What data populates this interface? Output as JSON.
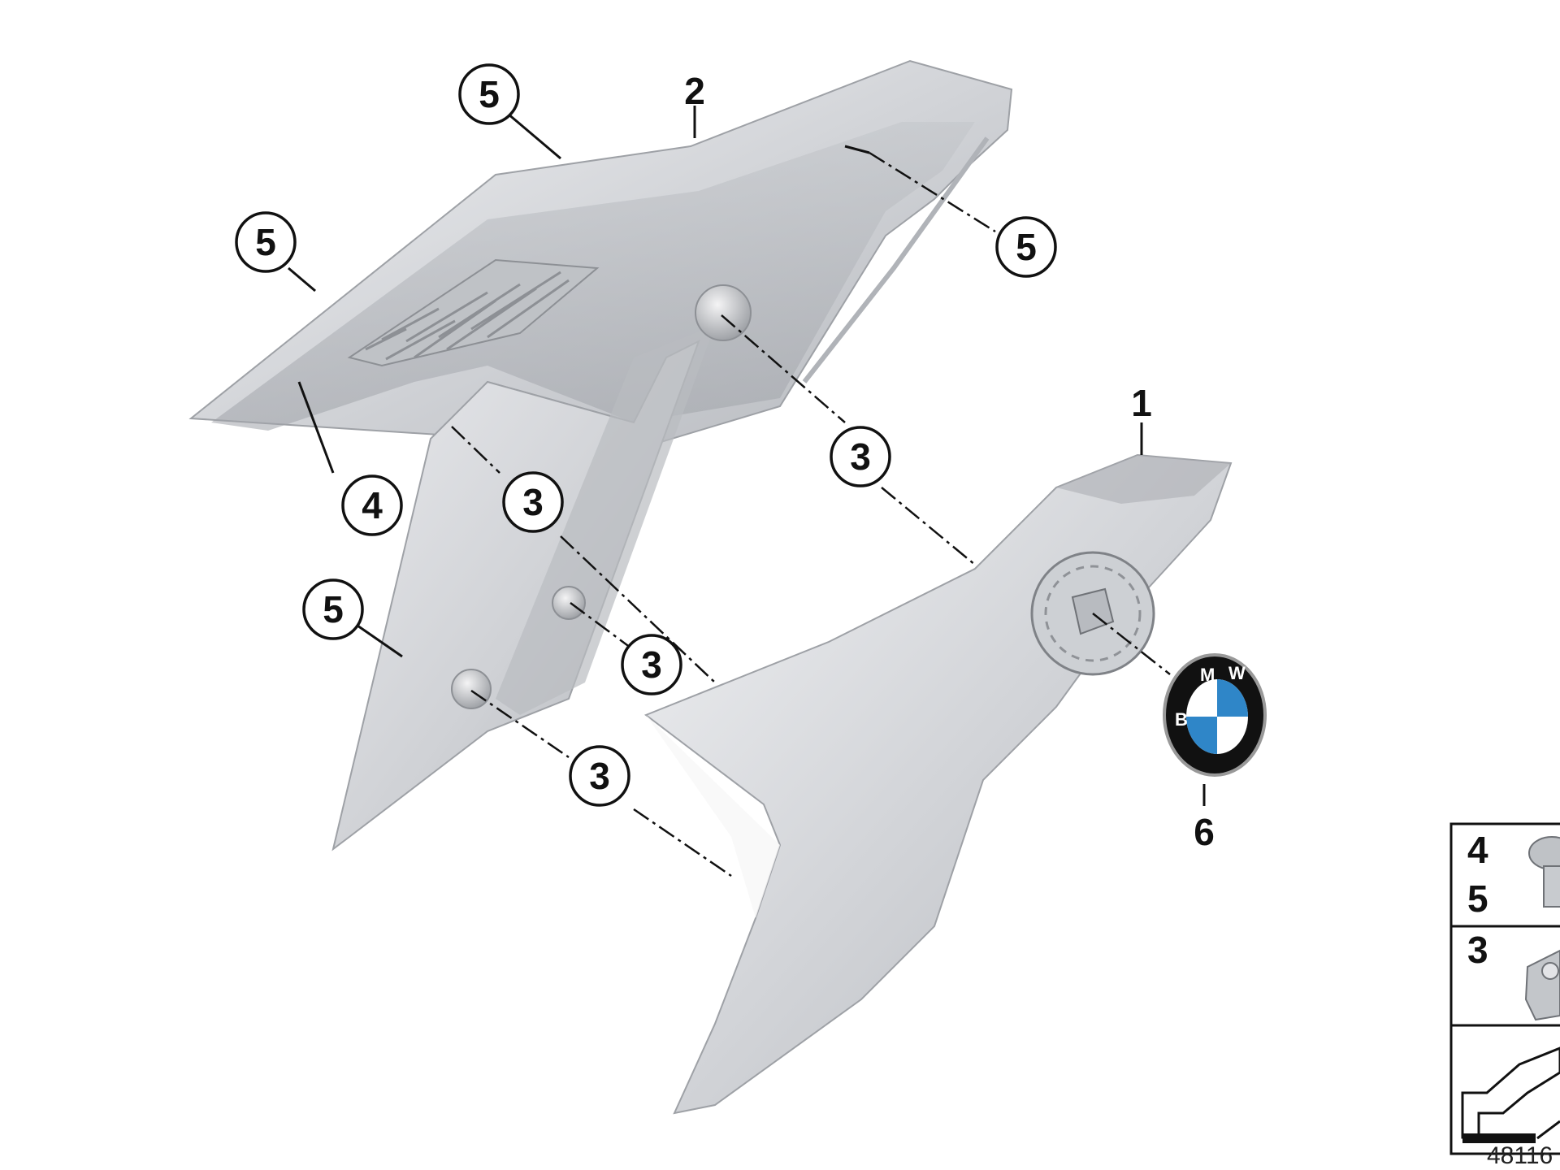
{
  "diagram": {
    "callouts": [
      {
        "id": "c2",
        "label": "2"
      },
      {
        "id": "c1",
        "label": "1"
      },
      {
        "id": "c6",
        "label": "6"
      },
      {
        "id": "c5a",
        "label": "5"
      },
      {
        "id": "c5b",
        "label": "5"
      },
      {
        "id": "c5c",
        "label": "5"
      },
      {
        "id": "c5d",
        "label": "5"
      },
      {
        "id": "c4",
        "label": "4"
      },
      {
        "id": "c3a",
        "label": "3"
      },
      {
        "id": "c3b",
        "label": "3"
      },
      {
        "id": "c3c",
        "label": "3"
      },
      {
        "id": "c3d",
        "label": "3"
      }
    ],
    "emblem_letters": [
      "B",
      "M",
      "W"
    ],
    "legend": {
      "row1_labels": [
        "4",
        "5"
      ],
      "row2_label": "3"
    },
    "drawing_number": "48116",
    "colors": {
      "panel_light": "#e6e7ea",
      "panel_mid": "#c9cbcf",
      "panel_dark": "#a6a9ae",
      "emblem_blue": "#2f86c8",
      "emblem_ring": "#111111"
    }
  }
}
